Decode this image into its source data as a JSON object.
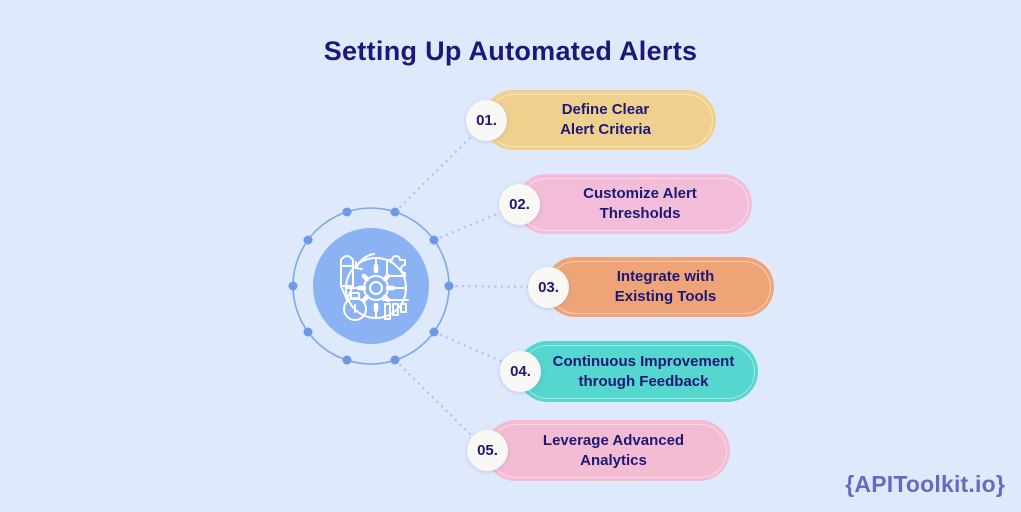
{
  "title": "Setting Up Automated Alerts",
  "brand": "{APIToolkit.io}",
  "colors": {
    "background": "#DFE9FC",
    "navy": "#1B1878",
    "brand-text": "#666BC2",
    "ring": "#7FA7EB",
    "node": "#6D9AE6",
    "connector": "#A6C3F2",
    "hub-fill": "#8BB2F2",
    "icon-stroke": "#FFFFFF",
    "badge-bg": "#FAF8F5"
  },
  "hub": {
    "icon": "automation-gear-chart-icon"
  },
  "steps": [
    {
      "number": "01.",
      "line1": "Define Clear",
      "line2": "Alert Criteria",
      "color": "#F0D08D"
    },
    {
      "number": "02.",
      "line1": "Customize Alert",
      "line2": "Thresholds",
      "color": "#F3BDDA"
    },
    {
      "number": "03.",
      "line1": "Integrate with",
      "line2": "Existing Tools",
      "color": "#EFA478"
    },
    {
      "number": "04.",
      "line1": "Continuous Improvement",
      "line2": "through Feedback",
      "color": "#55D6CE"
    },
    {
      "number": "05.",
      "line1": "Leverage Advanced",
      "line2": "Analytics",
      "color": "#F4BCD3"
    }
  ]
}
